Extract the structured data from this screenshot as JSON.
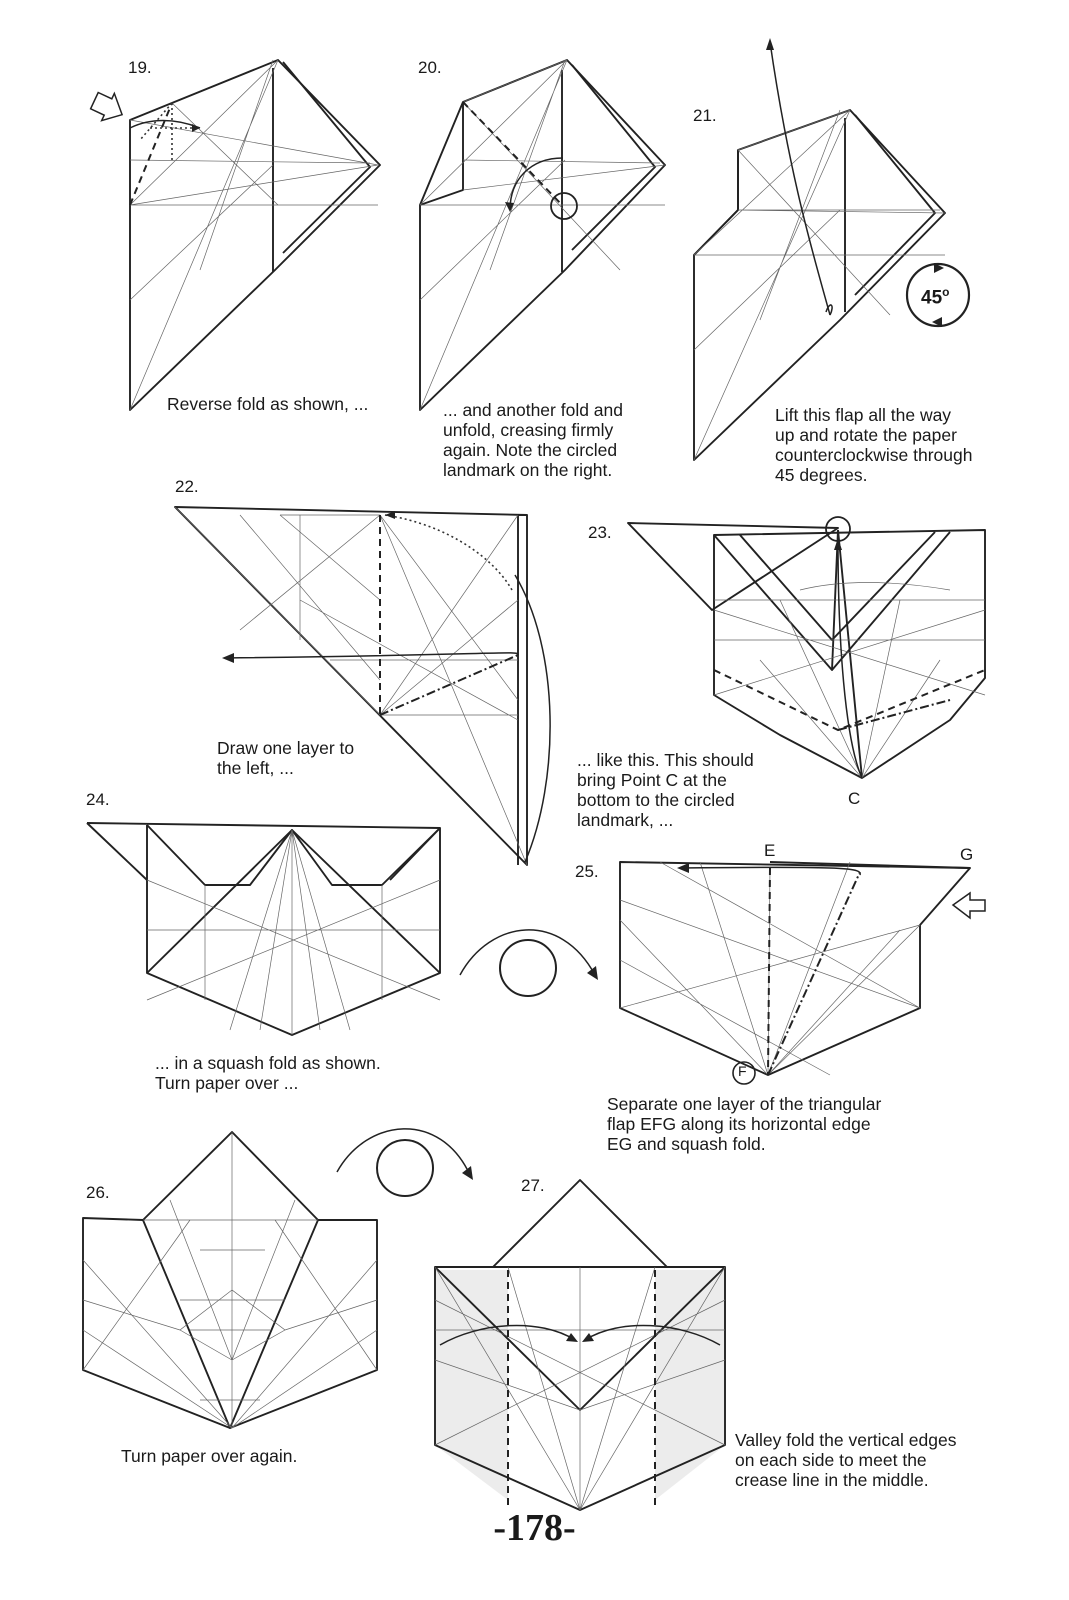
{
  "steps": [
    {
      "number": "19.",
      "caption": "Reverse fold as shown, ..."
    },
    {
      "number": "20.",
      "caption": "... and another fold and\nunfold, creasing firmly\nagain. Note the circled\nlandmark on the right."
    },
    {
      "number": "21.",
      "caption": "Lift this flap all the way\nup and rotate the paper\ncounterclockwise through\n45 degrees."
    },
    {
      "number": "22.",
      "caption": "Draw one layer to\nthe left, ..."
    },
    {
      "number": "23.",
      "caption": "... like this. This should\nbring Point C at the\nbottom to the circled\nlandmark, ..."
    },
    {
      "number": "24.",
      "caption": "... in a squash fold as shown.\nTurn paper over ..."
    },
    {
      "number": "25.",
      "caption": "Separate one layer of the triangular\nflap EFG along its horizontal edge\nEG and squash fold."
    },
    {
      "number": "26.",
      "caption": "Turn paper over again."
    },
    {
      "number": "27.",
      "caption": "Valley fold the vertical edges\non each side to meet the\ncrease line in the middle."
    }
  ],
  "labels": {
    "rotate_degrees": "45",
    "rotate_unit": "o",
    "point_c": "C",
    "point_e": "E",
    "point_f": "F",
    "point_g": "G"
  },
  "page_number": "-178-"
}
